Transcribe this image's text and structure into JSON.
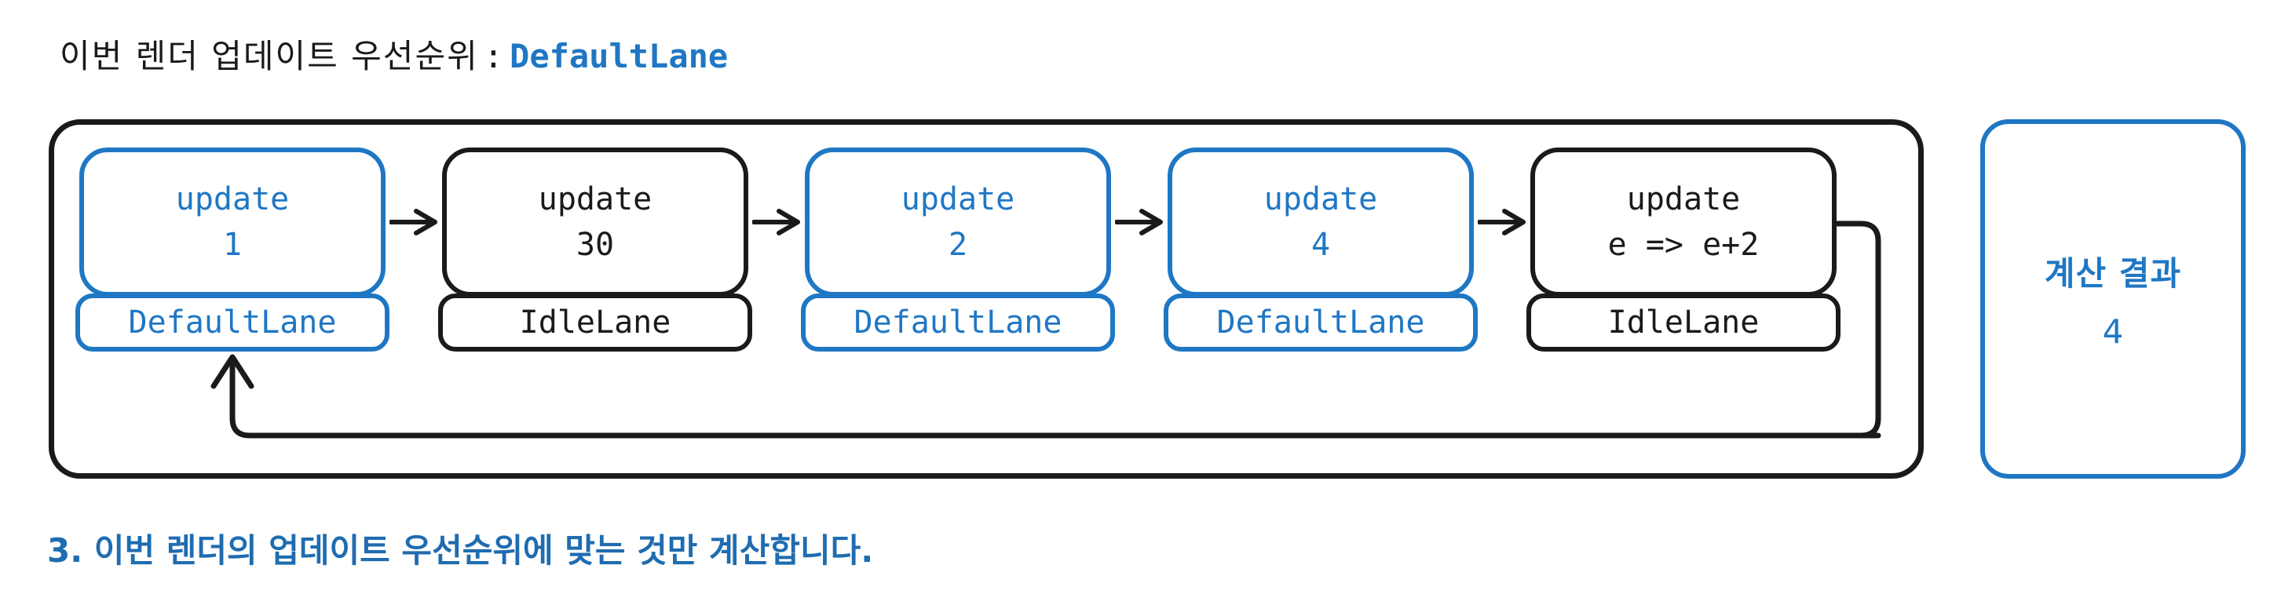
{
  "title": {
    "label": "이번 렌더 업데이트 우선순위",
    "colon": ":",
    "value": "DefaultLane"
  },
  "queue": {
    "nodes": [
      {
        "title": "update",
        "value": "1",
        "lane": "DefaultLane",
        "accent": "blue",
        "arrow": "arrow-right-icon"
      },
      {
        "title": "update",
        "value": "30",
        "lane": "IdleLane",
        "accent": "black",
        "arrow": "arrow-right-icon"
      },
      {
        "title": "update",
        "value": "2",
        "lane": "DefaultLane",
        "accent": "blue",
        "arrow": "arrow-right-icon"
      },
      {
        "title": "update",
        "value": "4",
        "lane": "DefaultLane",
        "accent": "blue",
        "arrow": "arrow-right-icon"
      },
      {
        "title": "update",
        "value": "e => e+2",
        "lane": "IdleLane",
        "accent": "black",
        "arrow": ""
      }
    ],
    "loopback": "loop-back-arrow-icon"
  },
  "result": {
    "label": "계산 결과",
    "value": "4"
  },
  "caption": "3. 이번 렌더의 업데이트 우선순위에 맞는 것만 계산합니다.",
  "colors": {
    "accent_blue": "#1f77c4",
    "caption_blue": "#1f6cb0",
    "ink_black": "#1a1a1a",
    "background": "#ffffff"
  }
}
